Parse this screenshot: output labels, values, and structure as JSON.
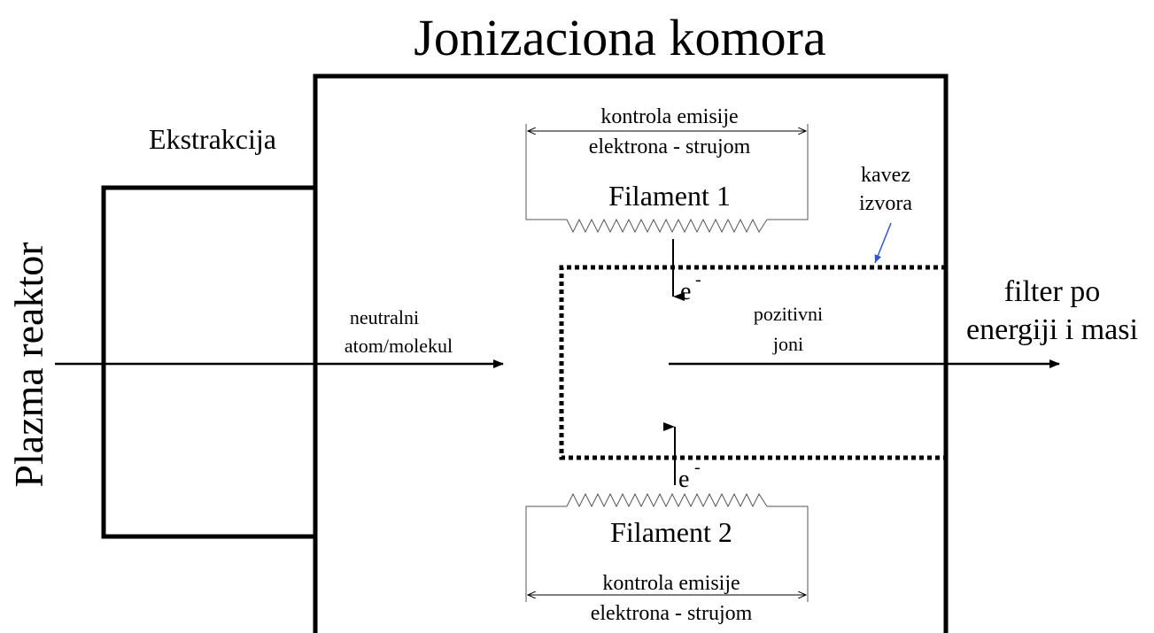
{
  "title": "Jonizaciona komora",
  "left_label": "Plazma reaktor",
  "extraction_label": "Ekstrakcija",
  "filament1": {
    "name": "Filament 1",
    "control_line1": "kontrola emisije",
    "control_line2": "elektrona - strujom"
  },
  "filament2": {
    "name": "Filament 2",
    "control_line1": "kontrola emisije",
    "control_line2": "elektrona - strujom"
  },
  "cage_label_line1": "kavez",
  "cage_label_line2": "izvora",
  "neutral_line1": "neutralni",
  "neutral_line2": "atom/molekul",
  "ions_line1": "pozitivni",
  "ions_line2": "joni",
  "electron_symbol": "e",
  "electron_superscript": "-",
  "output_line1": "filter po",
  "output_line2": "energiji i masi",
  "colors": {
    "lines": "#000000",
    "pointer_arrow": "#3355cc",
    "background": "#ffffff"
  }
}
